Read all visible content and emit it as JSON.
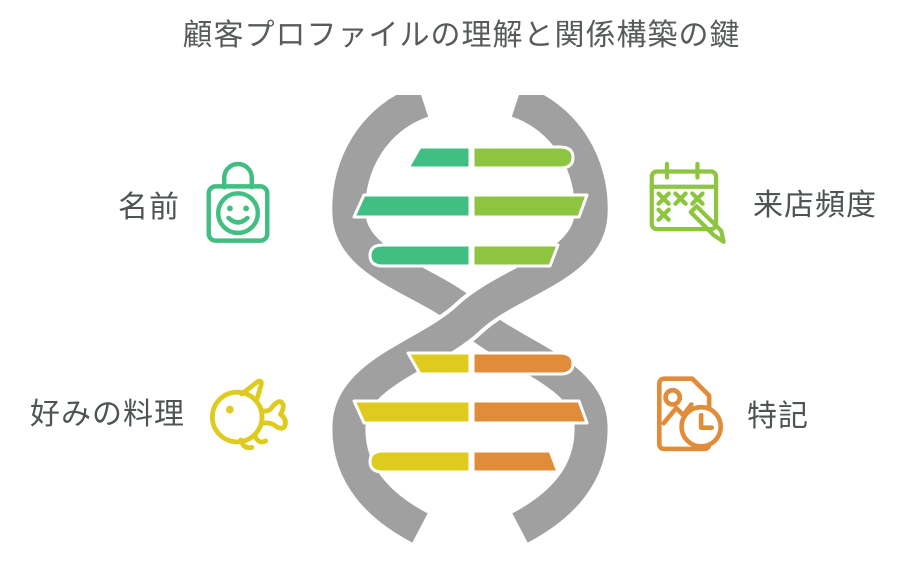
{
  "title": "顧客プロファイルの理解と関係構築の鍵",
  "colors": {
    "green": "#41bf83",
    "lime": "#8dc540",
    "yellow": "#decb1e",
    "orange": "#e08c38",
    "gray": "#a0a0a0",
    "text": "#4e5551",
    "title": "#575c59"
  },
  "items": [
    {
      "label": "名前",
      "icon": "bag-smile-icon",
      "color": "green",
      "position": "left-top"
    },
    {
      "label": "来店頻度",
      "icon": "calendar-pencil-icon",
      "color": "lime",
      "position": "right-top"
    },
    {
      "label": "好みの料理",
      "icon": "fish-icon",
      "color": "yellow",
      "position": "left-bottom"
    },
    {
      "label": "特記",
      "icon": "document-clock-icon",
      "color": "orange",
      "position": "right-bottom"
    }
  ],
  "helix": {
    "strand_color": "gray",
    "rungs": {
      "top": {
        "rows": 3,
        "left_color": "green",
        "right_color": "lime"
      },
      "bottom": {
        "rows": 3,
        "left_color": "yellow",
        "right_color": "orange"
      }
    }
  }
}
